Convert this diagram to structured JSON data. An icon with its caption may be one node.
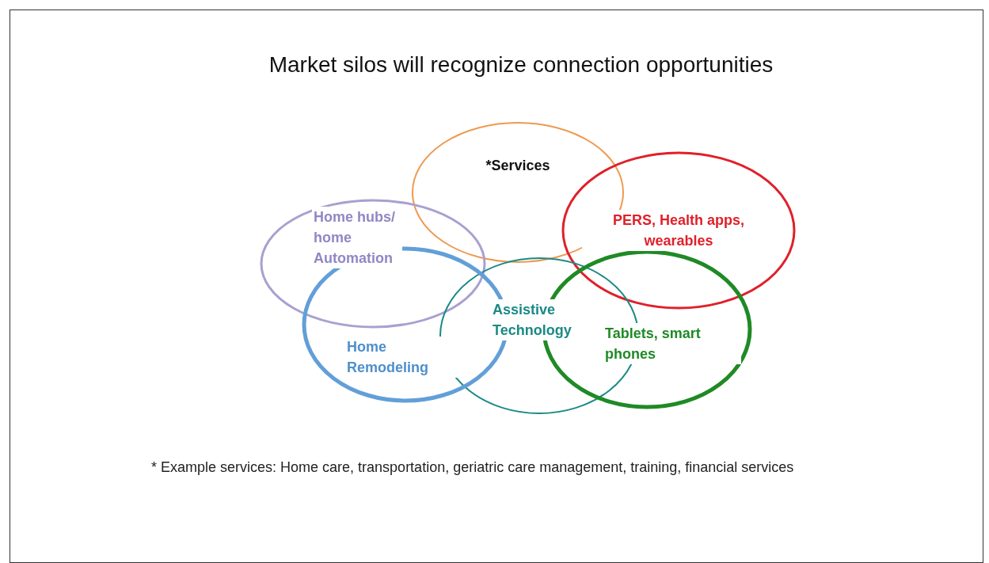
{
  "diagram": {
    "title": "Market silos will recognize connection opportunities",
    "nodes": [
      {
        "text": [
          "*Services"
        ]
      },
      {
        "text": [
          "Home hubs/ home Automation"
        ]
      },
      {
        "text": [
          "PERS, Health apps, wearables"
        ]
      },
      {
        "text": [
          "Assistive Technology"
        ]
      },
      {
        "text": [
          "Home Remodeling"
        ]
      },
      {
        "text": [
          "Tablets, smart phones"
        ]
      }
    ],
    "labels": [
      "* Example services: Home care, transportation, geriatric care management, training, financial services"
    ]
  }
}
